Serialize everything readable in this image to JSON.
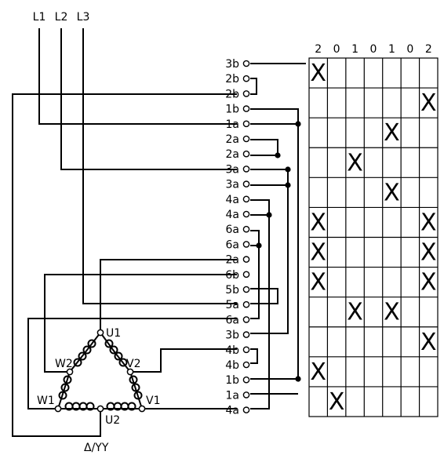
{
  "supply_labels": [
    "L1",
    "L2",
    "L3"
  ],
  "terminals": [
    "3b",
    "2b",
    "2b",
    "1b",
    "1a",
    "2a",
    "2a",
    "3a",
    "3a",
    "4a",
    "4a",
    "6a",
    "6a",
    "2a",
    "6b",
    "5b",
    "5a",
    "6a",
    "3b",
    "4b",
    "4b",
    "1b",
    "1a",
    "4a"
  ],
  "positions": [
    "2",
    "0",
    "1",
    "0",
    "1",
    "0",
    "2"
  ],
  "grid_marks": [
    [
      0
    ],
    [
      6
    ],
    [
      4
    ],
    [
      2
    ],
    [
      4
    ],
    [
      0,
      6
    ],
    [
      0,
      6
    ],
    [
      0,
      6
    ],
    [
      2,
      4
    ],
    [
      6
    ],
    [
      0
    ],
    [
      1
    ]
  ],
  "mark_symbol": "X",
  "motor_labels": {
    "u1": "U1",
    "v1": "V1",
    "v2": "V2",
    "w1": "W1",
    "w2": "W2",
    "u2": "U2"
  },
  "caption": "Δ/YY"
}
